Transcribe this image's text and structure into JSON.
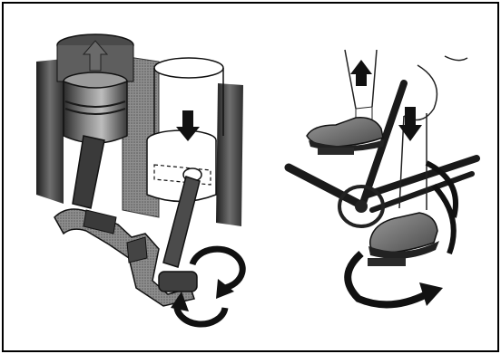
{
  "figure": {
    "panels": [
      {
        "id": "engine",
        "icon": "piston-crankshaft-illustration"
      },
      {
        "id": "bicycle",
        "icon": "bicycle-pedal-illustration"
      }
    ],
    "colors": {
      "frame": "#000000",
      "dark": "#2a2a2a",
      "mid": "#7d7d7d",
      "light": "#c9c9c9",
      "paper": "#ffffff"
    }
  }
}
